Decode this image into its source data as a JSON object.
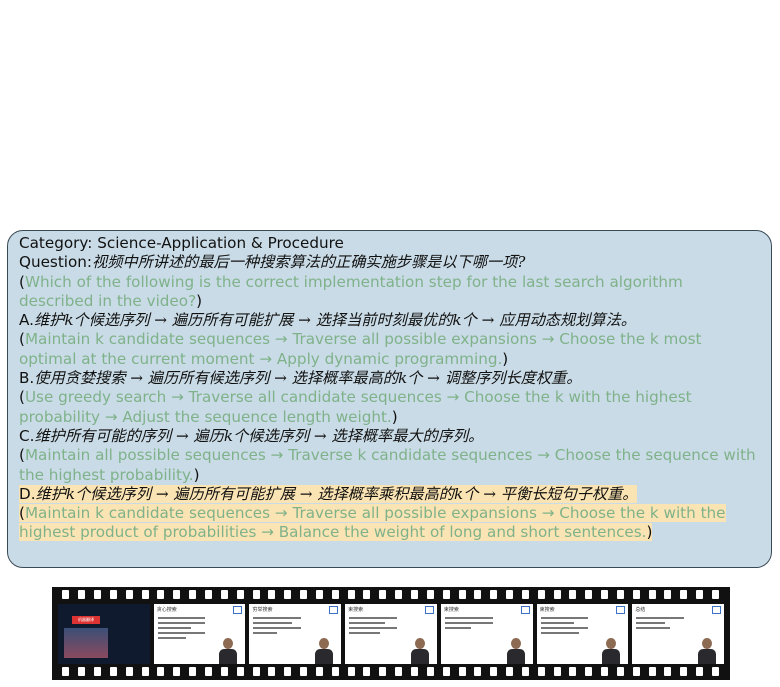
{
  "category": "Category: Science-Application & Procedure",
  "question": {
    "label": "Question:",
    "cn": "视频中所讲述的最后一种搜索算法的正确实施步骤是以下哪一项?",
    "en": "Which of the following is the correct implementation step for the last search algorithm described in the video?"
  },
  "options": [
    {
      "letter": "A.",
      "cn": "维护k个候选序列 → 遍历所有可能扩展 → 选择当前时刻最优的k个 → 应用动态规划算法。",
      "en": "Maintain k candidate sequences → Traverse all possible expansions → Choose the k most optimal at the current moment → Apply dynamic programming."
    },
    {
      "letter": "B.",
      "cn": "使用贪婪搜索 → 遍历所有候选序列 → 选择概率最高的k个 → 调整序列长度权重。",
      "en": "Use greedy search → Traverse all candidate sequences → Choose the k with the highest probability → Adjust the sequence length weight."
    },
    {
      "letter": "C.",
      "cn": "维护所有可能的序列 → 遍历k个候选序列 → 选择概率最大的序列。",
      "en": "Maintain all possible sequences → Traverse k candidate sequences → Choose the sequence with the highest probability."
    },
    {
      "letter": "D.",
      "cn": "维护k个候选序列 → 遍历所有可能扩展 → 选择概率乘积最高的k个 → 平衡长短句子权重。",
      "en": "Maintain k candidate sequences → Traverse all possible expansions → Choose the k with the highest product of probabilities → Balance the weight of long and short sentences."
    }
  ],
  "frames": [
    {
      "title": "",
      "banner": "机器翻译"
    },
    {
      "title": "贪心搜索"
    },
    {
      "title": "穷举搜索"
    },
    {
      "title": "束搜索"
    },
    {
      "title": "束搜索"
    },
    {
      "title": "束搜索"
    },
    {
      "title": "总结"
    }
  ]
}
